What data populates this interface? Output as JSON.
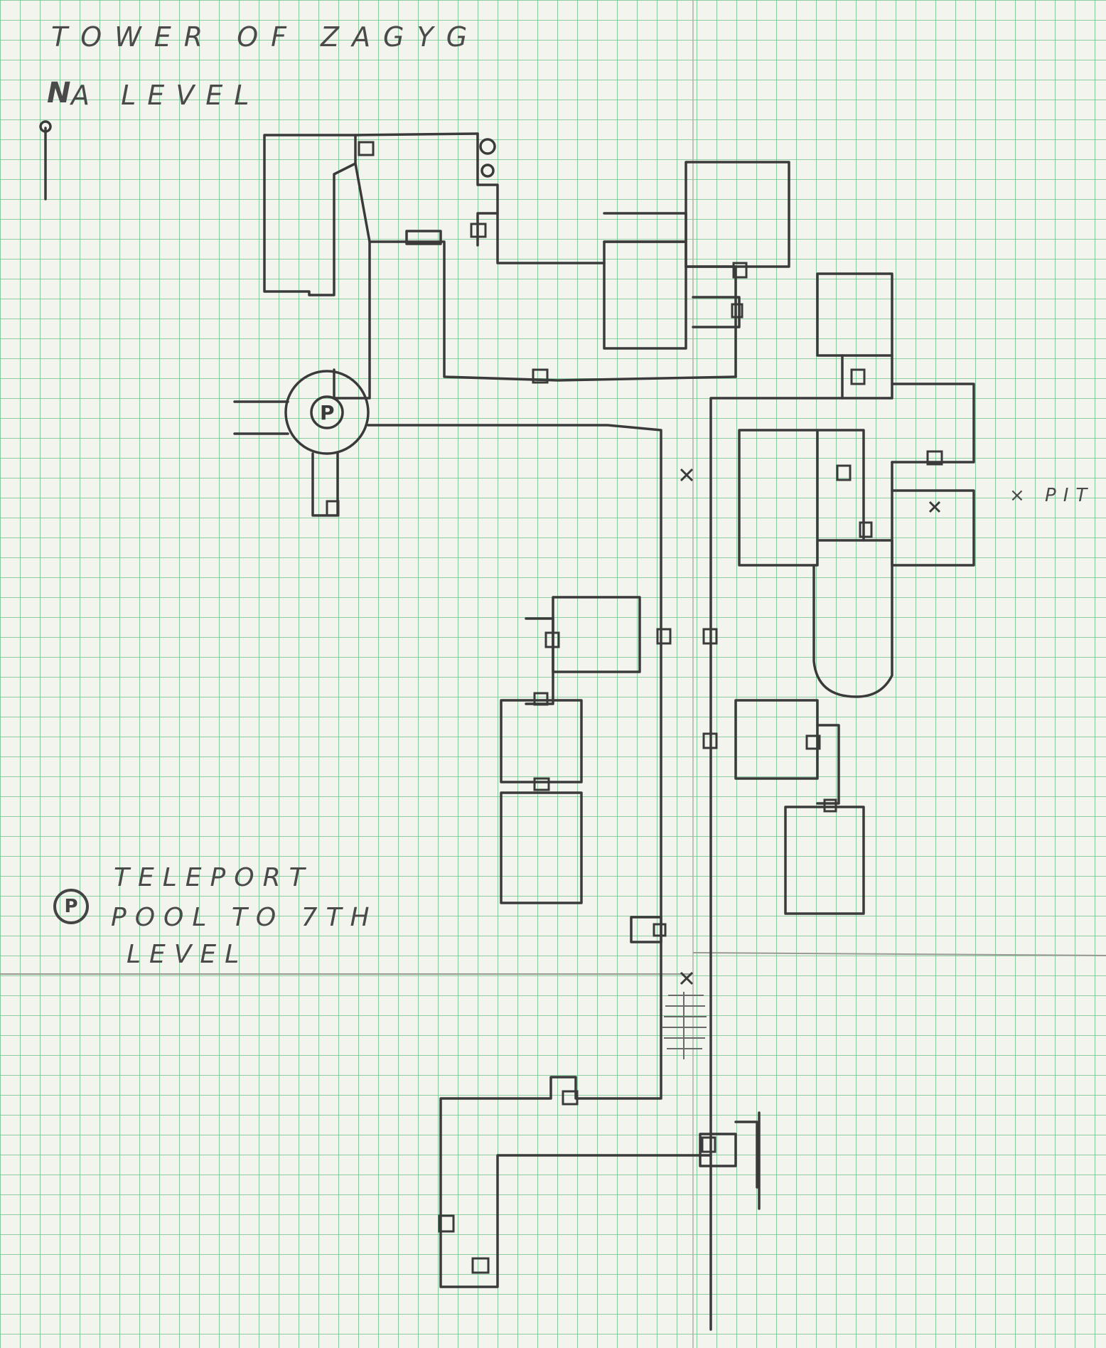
{
  "map": {
    "title": "TOWER OF ZAGYG",
    "north_label": "N",
    "level_label": "A LEVEL",
    "pit_legend": "× PIT",
    "legend": {
      "symbol": "P",
      "lines": [
        "TELEPORT",
        "POOL TO 7TH",
        "LEVEL"
      ]
    }
  },
  "colors": {
    "paper": "#f4f4ee",
    "grid": "#6cc08a",
    "pencil": "#3a3a3a"
  },
  "icons": {
    "north_arrow": "north-arrow-icon",
    "teleport_pool": "teleport-pool-icon",
    "pit_marker": "pit-x-icon",
    "door": "door-icon",
    "stairs": "stairs-icon"
  }
}
